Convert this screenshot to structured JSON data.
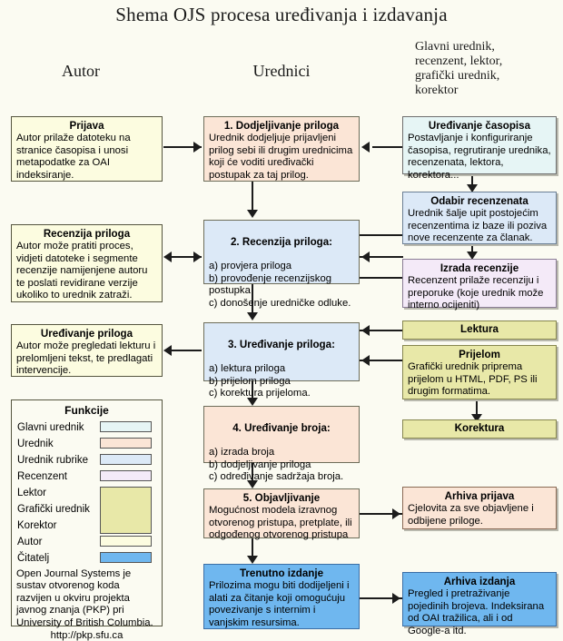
{
  "title": "Shema OJS procesa uređivanja i izdavanja",
  "columns": {
    "left": "Autor",
    "center": "Urednici",
    "right": "Glavni urednik,\nrecenzent, lektor,\ngrafički urednik,\nkorektor"
  },
  "colors": {
    "bg": "#fbfbf2",
    "author": "#fcfce0",
    "editor": "#fbe5d6",
    "section_editor": "#dce9f7",
    "chief_editor": "#e6f5f5",
    "reviewer": "#f4eaf8",
    "layout": "#e8e8a8",
    "reader": "#6fb7ef"
  },
  "left_boxes": [
    {
      "id": "prijava",
      "head": "Prijava",
      "body": "Autor prilaže datoteku na stranice časopisa i unosi metapodatke za OAI indeksiranje."
    },
    {
      "id": "recenzija-priloga",
      "head": "Recenzija priloga",
      "body": "Autor može pratiti proces, vidjeti datoteke i segmente recenzije namijenjene autoru te poslati revidirane verzije ukoliko to urednik zatraži."
    },
    {
      "id": "uredivanje-priloga",
      "head": "Uređivanje priloga",
      "body": "Autor može pregledati lekturu i prelomljeni tekst, te predlagati intervencije."
    }
  ],
  "center_boxes": [
    {
      "id": "step-1",
      "head": "1. Dodjeljivanje priloga",
      "body": "Urednik dodjeljuje prijavljeni prilog sebi ili drugim urednicima koji će voditi uređivački postupak za taj prilog."
    },
    {
      "id": "step-2",
      "head": "2. Recenzija priloga:",
      "body": "a) provjera priloga\nb) provođenje recenzijskog\n     postupka\nc) donošenje uredničke odluke."
    },
    {
      "id": "step-3",
      "head": "3. Uređivanje priloga:",
      "body": "a) lektura priloga\nb) prijelom priloga\nc) korektura prijeloma."
    },
    {
      "id": "step-4",
      "head": "4. Uređivanje broja:",
      "body": "a) izrada broja\nb) dodjeljivanje priloga\nc) određivanje sadržaja broja."
    },
    {
      "id": "step-5",
      "head": "5. Objavljivanje",
      "body": "Mogućnost modela izravnog otvorenog pristupa, pretplate, ili odgođenog otvorenog pristupa"
    },
    {
      "id": "trenutno-izdanje",
      "head": "Trenutno izdanje",
      "body": "Prilozima mogu biti dodijeljeni i alati za čitanje koji omogućuju povezivanje s internim i vanjskim resursima."
    }
  ],
  "right_boxes": [
    {
      "id": "uredivanje-casopisa",
      "head": "Uređivanje časopisa",
      "body": "Postavljanje i konfiguriranje časopisa, regrutiranje urednika, recenzenata, lektora, korektora..."
    },
    {
      "id": "odabir-recenzenata",
      "head": "Odabir recenzenata",
      "body": "Urednik šalje upit postojećim recenzentima iz baze ili poziva nove recenzente za članak."
    },
    {
      "id": "izrada-recenzije",
      "head": "Izrada recenzije",
      "body": "Recenzent prilaže recenziju i preporuke (koje urednik može interno ocijeniti)"
    },
    {
      "id": "lektura",
      "head": "Lektura",
      "body": ""
    },
    {
      "id": "prijelom",
      "head": "Prijelom",
      "body": "Grafički urednik priprema prijelom u HTML, PDF, PS ili drugim formatima."
    },
    {
      "id": "korektura",
      "head": "Korektura",
      "body": ""
    },
    {
      "id": "arhiva-prijava",
      "head": "Arhiva prijava",
      "body": "Cjelovita za sve objavljene i odbijene priloge."
    },
    {
      "id": "arhiva-izdanja",
      "head": "Arhiva izdanja",
      "body": "Pregled i pretraživanje pojedinih brojeva. Indeksirana od OAI tražilica, ali i od Google-a itd."
    }
  ],
  "legend": {
    "title": "Funkcije",
    "items": [
      {
        "label": "Glavni urednik",
        "color": "#e6f5f5"
      },
      {
        "label": "Urednik",
        "color": "#fbe5d6"
      },
      {
        "label": "Urednik rubrike",
        "color": "#dce9f7"
      },
      {
        "label": "Recenzent",
        "color": "#f4eaf8"
      },
      {
        "label": "Lektor",
        "color": "#e8e8a8"
      },
      {
        "label": "Grafički urednik",
        "color": "#e8e8a8"
      },
      {
        "label": "Korektor",
        "color": "#e8e8a8"
      },
      {
        "label": "Autor",
        "color": "#fcfce0"
      },
      {
        "label": "Čitatelj",
        "color": "#6fb7ef"
      }
    ],
    "note": "Open Journal Systems je sustav otvorenog koda razvijen u okviru projekta javnog znanja (PKP) pri University of British Columbia.",
    "url": "http://pkp.sfu.ca"
  }
}
